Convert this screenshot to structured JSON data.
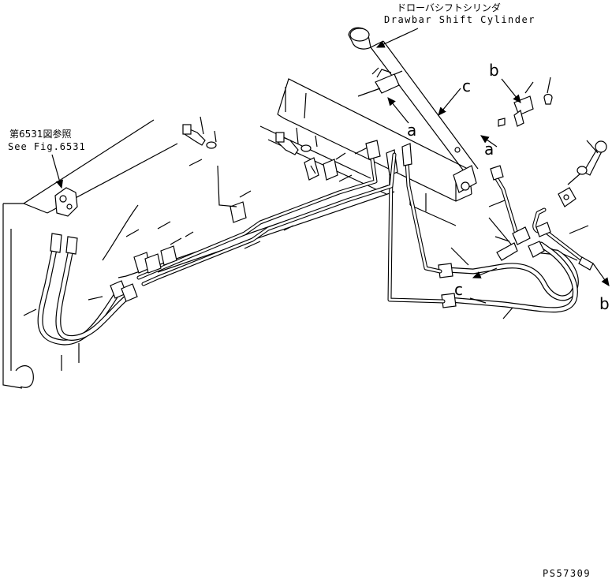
{
  "title": {
    "japanese": "ドローバシフトシリンダ",
    "english": "Drawbar Shift Cylinder"
  },
  "reference": {
    "japanese": "第6531図参照",
    "english": "See Fig.6531"
  },
  "callout_letters": {
    "a_upper": "a",
    "a_right": "a",
    "b_upper": "b",
    "b_right": "b",
    "c_upper": "c",
    "c_lower": "c"
  },
  "drawing_number": "PS57309",
  "icons": [
    "arrow-icon",
    "hose",
    "pipe",
    "bolt",
    "washer",
    "clamp",
    "elbow-fitting"
  ]
}
